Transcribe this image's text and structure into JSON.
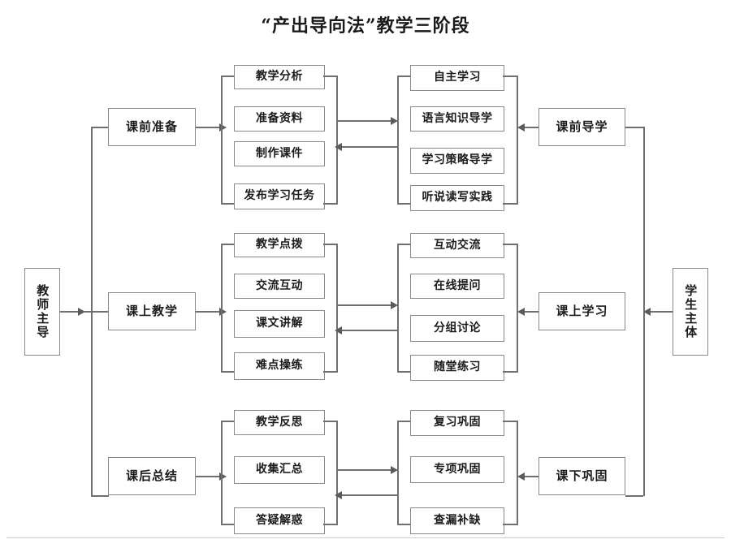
{
  "title": "“产出导向法”教学三阶段",
  "sides": {
    "left": {
      "label": "教师主导"
    },
    "right": {
      "label": "学生主体"
    }
  },
  "stages": [
    {
      "id": "pre-class",
      "teacher_stage": "课前准备",
      "student_stage": "课前导学",
      "teacher_tasks": [
        "教学分析",
        "准备资料",
        "制作课件",
        "发布学习任务"
      ],
      "student_tasks": [
        "自主学习",
        "语言知识导学",
        "学习策略导学",
        "听说读写实践"
      ]
    },
    {
      "id": "in-class",
      "teacher_stage": "课上教学",
      "student_stage": "课上学习",
      "teacher_tasks": [
        "教学点拨",
        "交流互动",
        "课文讲解",
        "难点操练"
      ],
      "student_tasks": [
        "互动交流",
        "在线提问",
        "分组讨论",
        "随堂练习"
      ]
    },
    {
      "id": "post-class",
      "teacher_stage": "课后总结",
      "student_stage": "课下巩固",
      "teacher_tasks": [
        "教学反思",
        "收集汇总",
        "答疑解惑"
      ],
      "student_tasks": [
        "复习巩固",
        "专项巩固",
        "查漏补缺"
      ]
    }
  ],
  "colors": {
    "box_border": "#8a8a8a",
    "connector": "#6f6f6f",
    "arrow": "#5b5b5b",
    "text": "#1b1b1b",
    "background": "#ffffff",
    "rule": "#cfcfcf"
  }
}
